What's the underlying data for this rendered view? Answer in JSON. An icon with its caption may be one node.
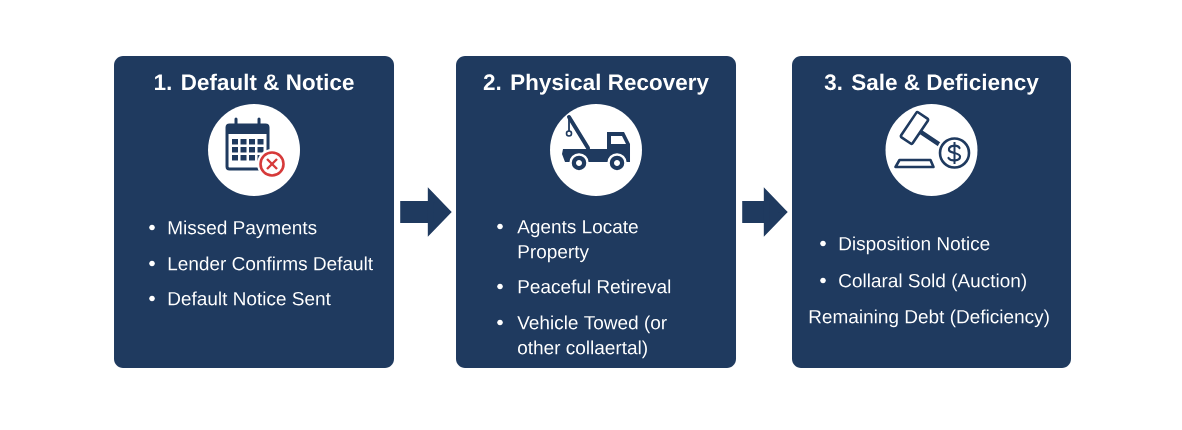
{
  "diagram": {
    "nodes": [
      {
        "text": [
          "1. Default & Notice",
          "Missed Payments",
          "Lender Confirms Default",
          "Default Notice Sent"
        ]
      },
      {
        "text": [
          "2. Physical Recovery",
          "Agents Locate Property",
          "Peaceful Retireval",
          "Vehicle Towed (or other collaertal)"
        ]
      },
      {
        "text": [
          "3. Sale & Deficiency",
          "Disposition Notice",
          "Collaral Sold (Auction)",
          "Remaining Debt (Deficiency)"
        ]
      }
    ],
    "edges": [
      {
        "from": 0,
        "to": 1,
        "arrow": "to"
      },
      {
        "from": 1,
        "to": 2,
        "arrow": "to"
      }
    ]
  }
}
